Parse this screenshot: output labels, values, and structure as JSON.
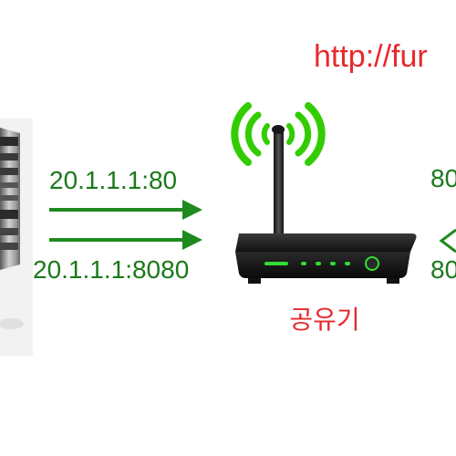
{
  "url_text": "http://fur",
  "router_label": "공유기",
  "connections": [
    {
      "address": "20.1.1.1:80"
    },
    {
      "address": "20.1.1.1:8080"
    }
  ],
  "right_labels": [
    "80",
    "80"
  ],
  "colors": {
    "arrow": "#1f8a1f",
    "address_text": "#1a7a1a",
    "accent_red": "#e8282d",
    "wifi_green": "#33cc00",
    "router_body": "#1c1c1c",
    "router_led": "#33dd33"
  },
  "icons": {
    "server": "server-icon",
    "router": "router-icon",
    "wifi": "wifi-signal-icon",
    "arrow": "arrow-right-icon",
    "connector": "bracket-connector-icon"
  }
}
